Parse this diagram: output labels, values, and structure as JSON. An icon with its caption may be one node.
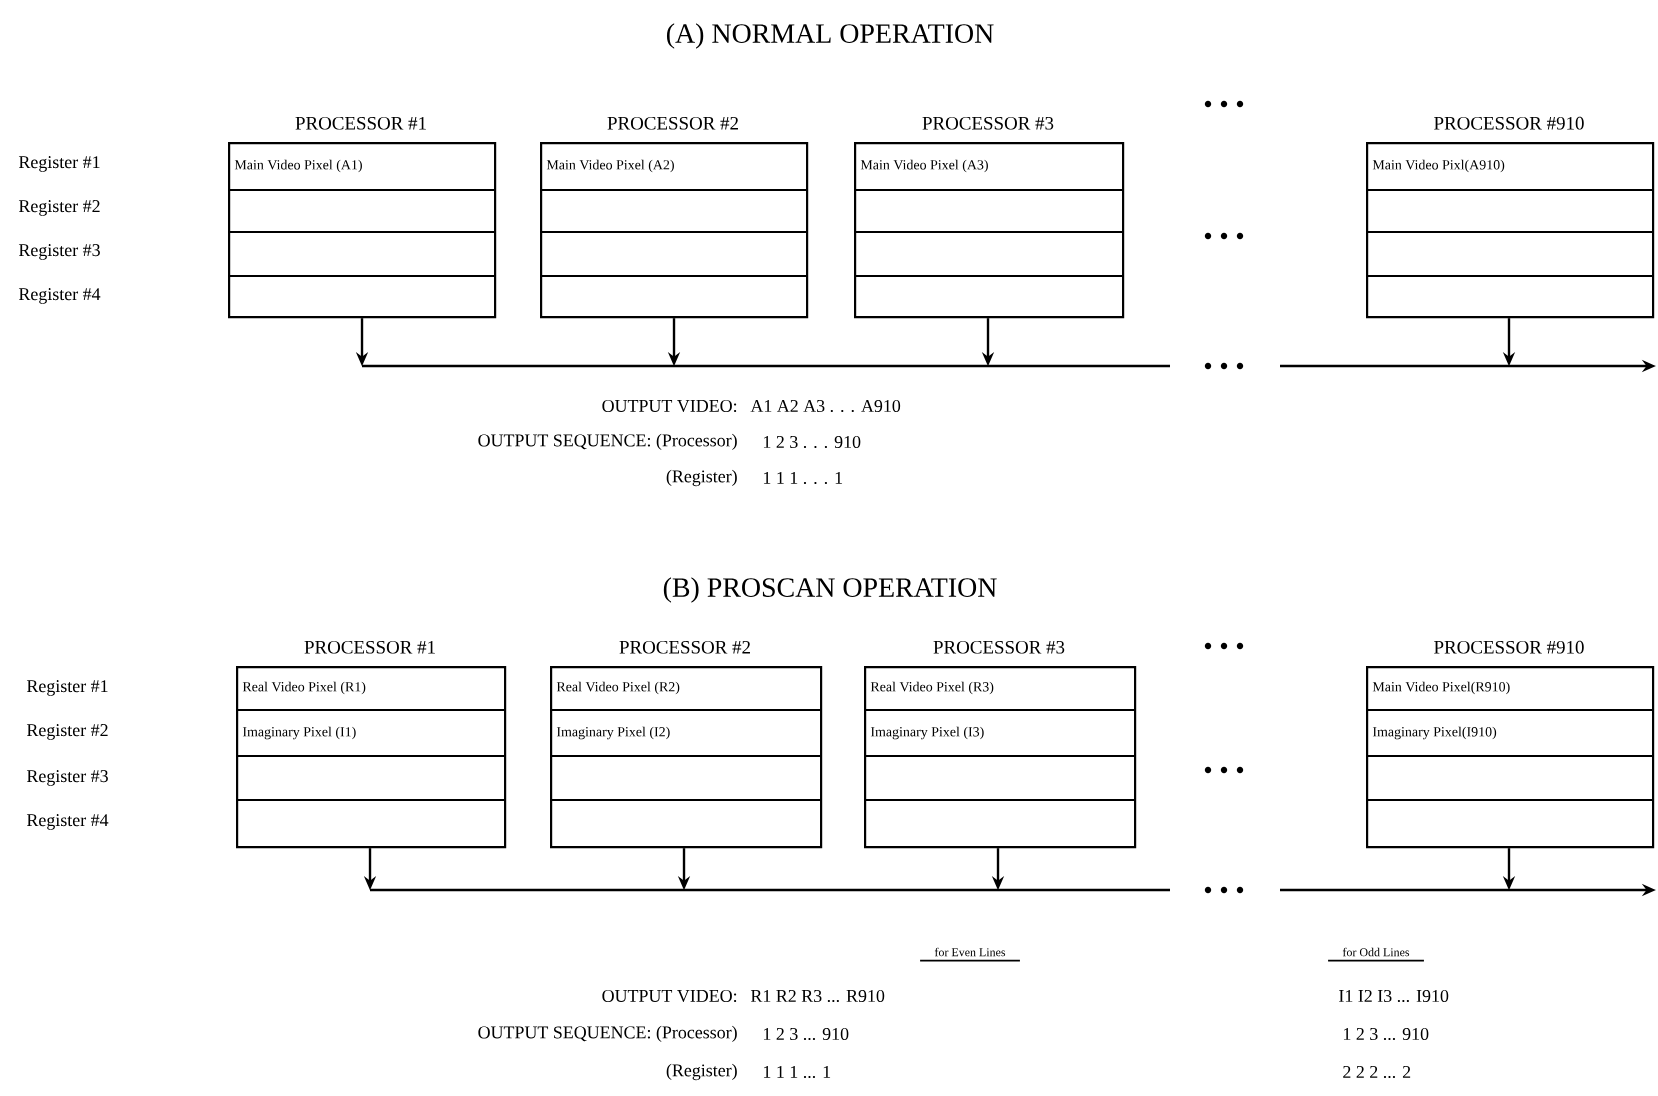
{
  "diagram": {
    "nodes": [
      {
        "text": [
          "PROCESSOR #1",
          "Main Video Pixel (A1)"
        ]
      },
      {
        "text": [
          "PROCESSOR #2",
          "Main Video Pixel (A2)"
        ]
      },
      {
        "text": [
          "PROCESSOR #3",
          "Main Video Pixel (A3)"
        ]
      },
      {
        "text": [
          "PROCESSOR #910",
          "Main Video Pixl(A910)"
        ]
      },
      {
        "text": [
          "PROCESSOR #1",
          "Real Video Pixel (R1)",
          "Imaginary Pixel (I1)"
        ]
      },
      {
        "text": [
          "PROCESSOR #2",
          "Real Video Pixel (R2)",
          "Imaginary Pixel (I2)"
        ]
      },
      {
        "text": [
          "PROCESSOR #3",
          "Real Video Pixel (R3)",
          "Imaginary Pixel (I3)"
        ]
      },
      {
        "text": [
          "PROCESSOR #910",
          "Main Video Pixel(R910)",
          "Imaginary Pixel(I910)"
        ]
      }
    ],
    "edges": [
      {
        "from": 0,
        "to": null,
        "arrow": "to"
      },
      {
        "from": 1,
        "to": null,
        "arrow": "to"
      },
      {
        "from": 2,
        "to": null,
        "arrow": "to"
      },
      {
        "from": 3,
        "to": null,
        "arrow": "to"
      },
      {
        "from": 4,
        "to": null,
        "arrow": "to"
      },
      {
        "from": 5,
        "to": null,
        "arrow": "to"
      },
      {
        "from": 6,
        "to": null,
        "arrow": "to"
      },
      {
        "from": 7,
        "to": null,
        "arrow": "to"
      }
    ],
    "labels": [
      "(A) NORMAL OPERATION",
      "Register #1",
      "Register #2",
      "Register #3",
      "Register #4",
      "OUTPUT VIDEO:",
      "A1 A2 A3 . . . A910",
      "OUTPUT SEQUENCE: (Processor)",
      "1 2 3 . . . 910",
      "(Register)",
      "1 1 1 . . . 1",
      "(B) PROSCAN OPERATION",
      "Register #1",
      "Register #2",
      "Register #3",
      "Register #4",
      "for Even Lines",
      "for Odd Lines",
      "OUTPUT VIDEO:",
      "R1 R2 R3 ... R910",
      "I1 I2 I3 ... I910",
      "OUTPUT SEQUENCE: (Processor)",
      "1 2 3 ... 910",
      "1 2 3 ... 910",
      "(Register)",
      "1 1 1 ... 1",
      "2 2 2 ... 2"
    ]
  }
}
